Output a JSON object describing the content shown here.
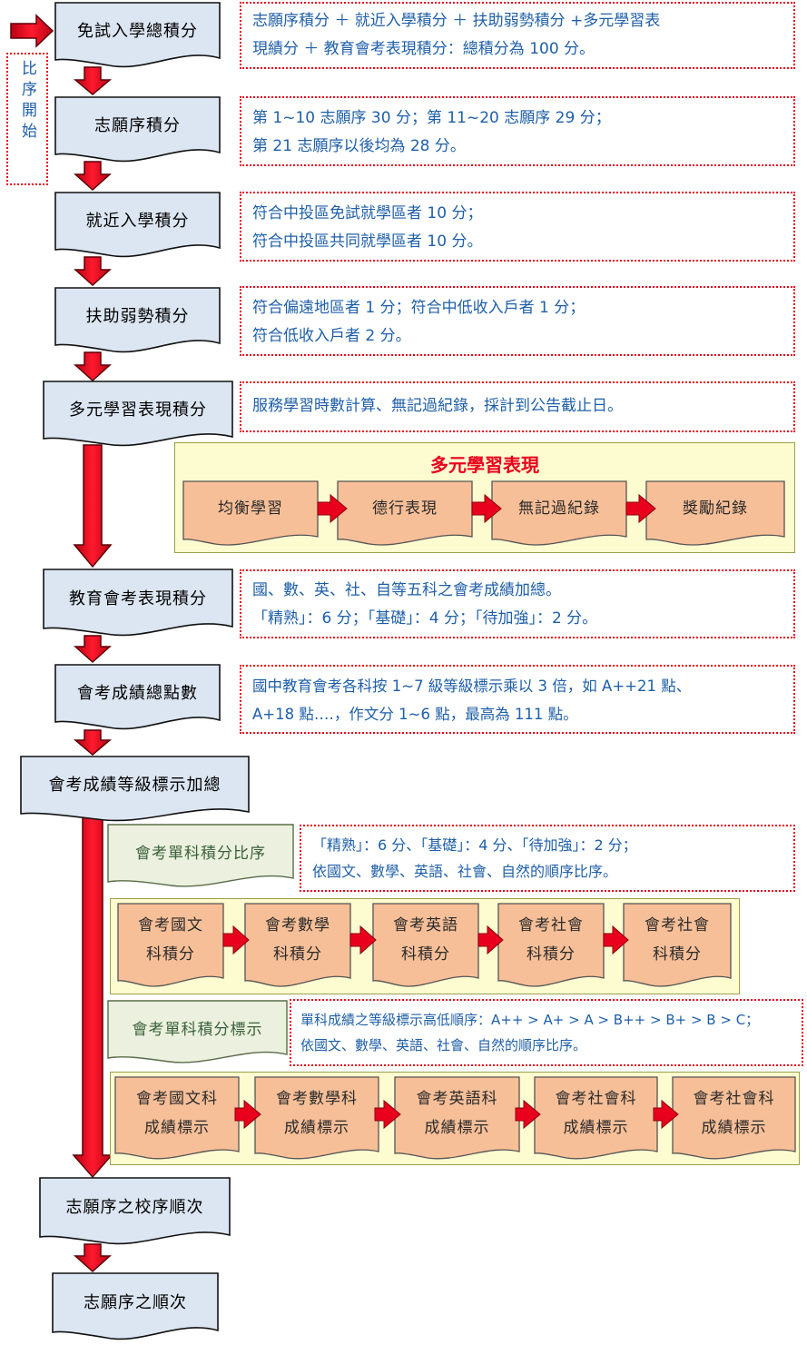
{
  "start_label": "比序開始",
  "steps": [
    {
      "label": "免試入學總積分"
    },
    {
      "label": "志願序積分"
    },
    {
      "label": "就近入學積分"
    },
    {
      "label": "扶助弱勢積分"
    },
    {
      "label": "多元學習表現積分"
    },
    {
      "label": "教育會考表現積分"
    },
    {
      "label": "會考成績總點數"
    },
    {
      "label": "會考成績等級標示加總"
    },
    {
      "label": "志願序之校序順次"
    },
    {
      "label": "志願序之順次"
    }
  ],
  "notes": [
    {
      "lines": [
        "志願序積分 ＋ 就近入學積分 ＋ 扶助弱勢積分 +多元學習表",
        "現績分 ＋ 教育會考表現積分：總積分為 100 分。"
      ]
    },
    {
      "lines": [
        "第 1~10 志願序 30 分；第 11~20 志願序 29 分；",
        "第 21 志願序以後均為 28 分。"
      ]
    },
    {
      "lines": [
        "符合中投區免試就學區者 10 分；",
        "符合中投區共同就學區者 10 分。"
      ]
    },
    {
      "lines": [
        "符合偏遠地區者 1 分；符合中低收入戶者 1 分；",
        "符合低收入戶者 2 分。"
      ]
    },
    {
      "lines": [
        "服務學習時數計算、無記過紀錄，採計到公告截止日。"
      ]
    },
    {
      "lines": [
        "國、數、英、社、自等五科之會考成績加總。",
        "「精熟」：6 分；「基礎」：4 分；「待加強」：2 分。"
      ]
    },
    {
      "lines": [
        "國中教育會考各科按 1~7 級等級標示乘以 3 倍，如 A++21 點、",
        "A+18 點‥‥，作文分 1~6 點，最高為 111 點。"
      ]
    }
  ],
  "diverse_panel": {
    "title": "多元學習表現",
    "items": [
      "均衡學習",
      "德行表現",
      "無記過紀錄",
      "獎勵紀錄"
    ]
  },
  "single_score": {
    "label": "會考單科積分比序",
    "note_lines": [
      "「精熟」：6 分、「基礎」：4 分、「待加強」：2 分；",
      "依國文、數學、英語、社會、自然的順序比序。"
    ],
    "items": [
      [
        "會考國文",
        "科積分"
      ],
      [
        "會考數學",
        "科積分"
      ],
      [
        "會考英語",
        "科積分"
      ],
      [
        "會考社會",
        "科積分"
      ],
      [
        "會考社會",
        "科積分"
      ]
    ]
  },
  "single_grade": {
    "label": "會考單科積分標示",
    "note_lines": [
      "單科成績之等級標示高低順序：A++ > A+ > A > B++ > B+ > B > C；",
      "依國文、數學、英語、社會、自然的順序比序。"
    ],
    "items": [
      [
        "會考國文科",
        "成績標示"
      ],
      [
        "會考數學科",
        "成績標示"
      ],
      [
        "會考英語科",
        "成績標示"
      ],
      [
        "會考社會科",
        "成績標示"
      ],
      [
        "會考社會科",
        "成績標示"
      ]
    ]
  },
  "colors": {
    "step_fill": "#dce6f2",
    "arrow_red": "#e8001c",
    "note_text": "#1f5fa8",
    "orange_fill": "#f7bf98",
    "panel_fill": "#fdfbd0",
    "green_fill": "#ebf1de"
  }
}
